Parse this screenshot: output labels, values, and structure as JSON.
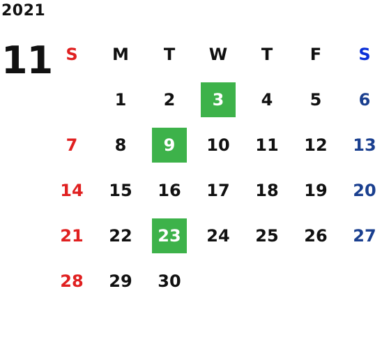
{
  "calendar": {
    "year": "2021",
    "month": "11",
    "weekdays": [
      "S",
      "M",
      "T",
      "W",
      "T",
      "F",
      "S"
    ],
    "weeks": [
      [
        "",
        "1",
        "2",
        "3",
        "4",
        "5",
        "6"
      ],
      [
        "7",
        "8",
        "9",
        "10",
        "11",
        "12",
        "13"
      ],
      [
        "14",
        "15",
        "16",
        "17",
        "18",
        "19",
        "20"
      ],
      [
        "21",
        "22",
        "23",
        "24",
        "25",
        "26",
        "27"
      ],
      [
        "28",
        "29",
        "30",
        "",
        "",
        "",
        ""
      ]
    ],
    "highlighted_days": [
      "3",
      "9",
      "23"
    ],
    "colors": {
      "sunday": "#e02020",
      "saturday": "#1a3f8f",
      "saturday_header": "#0a2fd8",
      "highlight": "#3db24a"
    }
  }
}
